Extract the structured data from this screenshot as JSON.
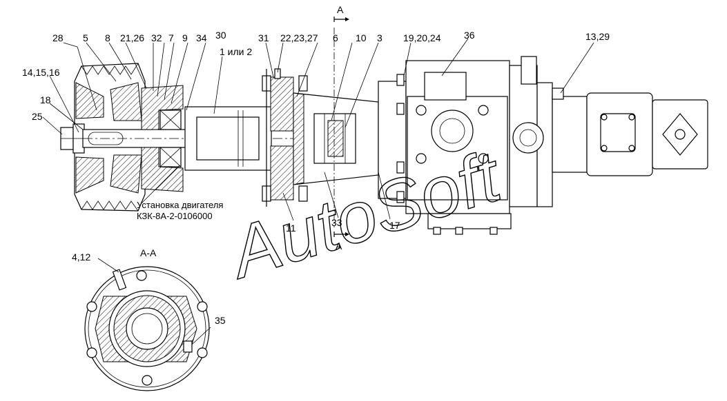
{
  "diagram": {
    "section_marks": {
      "top_letter": "А",
      "bottom_letter": "А",
      "section_title": "А-А"
    },
    "callouts": [
      {
        "id": "c28",
        "text": "28"
      },
      {
        "id": "c5",
        "text": "5"
      },
      {
        "id": "c8",
        "text": "8"
      },
      {
        "id": "c21_26",
        "text": "21,26"
      },
      {
        "id": "c32",
        "text": "32"
      },
      {
        "id": "c7",
        "text": "7"
      },
      {
        "id": "c9",
        "text": "9"
      },
      {
        "id": "c34",
        "text": "34"
      },
      {
        "id": "c30",
        "text": "30"
      },
      {
        "id": "c1_2",
        "text": "1 или 2"
      },
      {
        "id": "c31",
        "text": "31"
      },
      {
        "id": "c22_23_27",
        "text": "22,23,27"
      },
      {
        "id": "c6",
        "text": "6"
      },
      {
        "id": "c10",
        "text": "10"
      },
      {
        "id": "c3",
        "text": "3"
      },
      {
        "id": "c19_20_24",
        "text": "19,20,24"
      },
      {
        "id": "c36",
        "text": "36"
      },
      {
        "id": "c13_29",
        "text": "13,29"
      },
      {
        "id": "c14_15_16",
        "text": "14,15,16"
      },
      {
        "id": "c18",
        "text": "18"
      },
      {
        "id": "c25",
        "text": "25"
      },
      {
        "id": "c11",
        "text": "11"
      },
      {
        "id": "c33",
        "text": "33"
      },
      {
        "id": "c17",
        "text": "17"
      },
      {
        "id": "c4_12",
        "text": "4,12"
      },
      {
        "id": "c35",
        "text": "35"
      }
    ],
    "note_line1": "Установка двигателя",
    "note_line2": "КЗК-8А-2-0106000",
    "watermark": "AutoSoft"
  }
}
